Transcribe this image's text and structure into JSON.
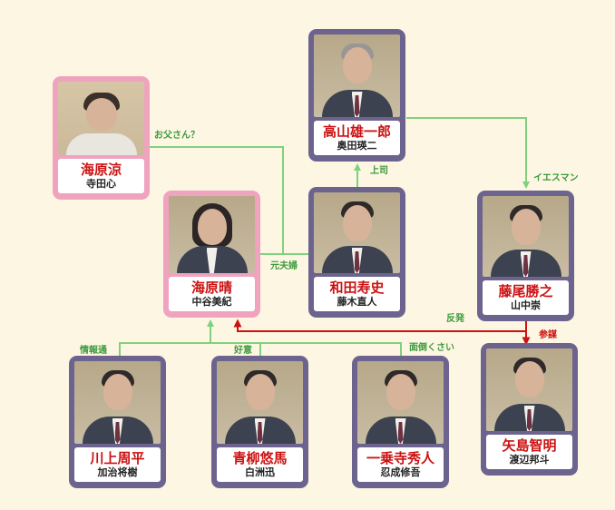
{
  "colors": {
    "background": "#fdf6e3",
    "card_pink": "#f0a3bf",
    "card_navy": "#6c648e",
    "link_green": "#7fd17f",
    "link_red": "#cc1111",
    "role_text": "#cc1111"
  },
  "characters": {
    "ryo": {
      "role": "海原涼",
      "actor": "寺田心"
    },
    "haru": {
      "role": "海原晴",
      "actor": "中谷美紀"
    },
    "takayama": {
      "role": "高山雄一郎",
      "actor": "奥田瑛二"
    },
    "wada": {
      "role": "和田寿史",
      "actor": "藤木直人"
    },
    "fujio": {
      "role": "藤尾勝之",
      "actor": "山中崇"
    },
    "kawakami": {
      "role": "川上周平",
      "actor": "加治将樹"
    },
    "aoyagi": {
      "role": "青柳悠馬",
      "actor": "白洲迅"
    },
    "ichijoji": {
      "role": "一乗寺秀人",
      "actor": "忍成修吾"
    },
    "yajima": {
      "role": "矢島智明",
      "actor": "渡辺邦斗"
    }
  },
  "relations": {
    "otousan": "お父さん？",
    "joushi": "上司",
    "yesman": "イエスマン",
    "motofuufu": "元夫婦",
    "hanpatsu": "反発",
    "sankei": "参謀",
    "jouhougen": "情報通",
    "koui": "好意",
    "mendoukusai": "面倒くさい"
  }
}
